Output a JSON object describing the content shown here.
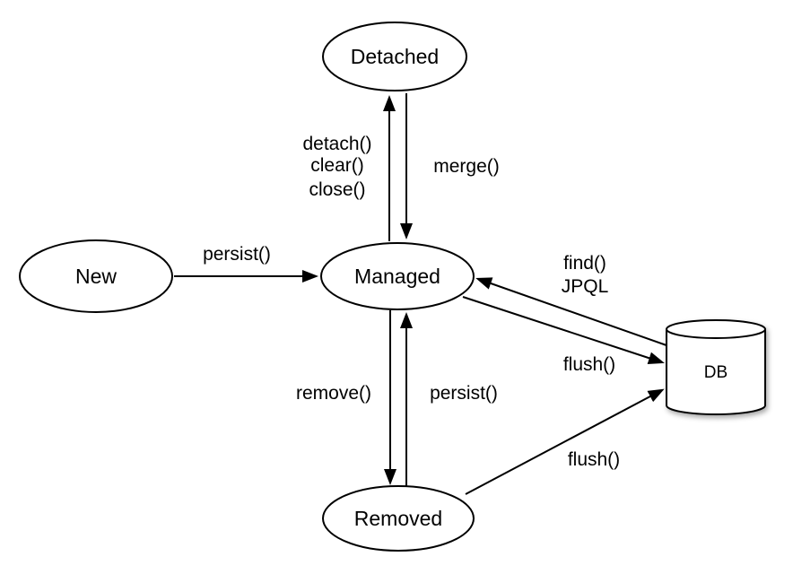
{
  "diagram": {
    "type": "state-diagram",
    "colors": {
      "background": "#ffffff",
      "stroke": "#000000",
      "node_fill": "#ffffff"
    },
    "nodes": {
      "new": {
        "label": "New",
        "shape": "ellipse"
      },
      "detached": {
        "label": "Detached",
        "shape": "ellipse"
      },
      "managed": {
        "label": "Managed",
        "shape": "ellipse"
      },
      "removed": {
        "label": "Removed",
        "shape": "ellipse"
      },
      "db": {
        "label": "DB",
        "shape": "cylinder"
      }
    },
    "edges": {
      "persist_new_to_managed": {
        "from": "New",
        "to": "Managed",
        "label": "persist()"
      },
      "detach_managed_to_detached": {
        "from": "Managed",
        "to": "Detached",
        "lines": [
          "detach()",
          "clear()",
          "close()"
        ]
      },
      "merge_detached_to_managed": {
        "from": "Detached",
        "to": "Managed",
        "label": "merge()"
      },
      "find_db_to_managed": {
        "from": "DB",
        "to": "Managed",
        "lines": [
          "find()",
          "JPQL"
        ]
      },
      "flush_managed_to_db": {
        "from": "Managed",
        "to": "DB",
        "label": "flush()"
      },
      "remove_managed_to_removed": {
        "from": "Managed",
        "to": "Removed",
        "label": "remove()"
      },
      "persist_removed_to_managed": {
        "from": "Removed",
        "to": "Managed",
        "label": "persist()"
      },
      "flush_removed_to_db": {
        "from": "Removed",
        "to": "DB",
        "label": "flush()"
      }
    }
  }
}
